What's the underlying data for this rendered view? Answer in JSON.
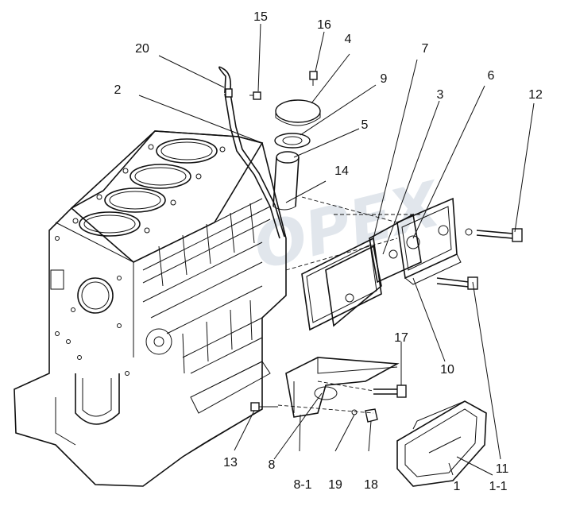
{
  "diagram": {
    "watermark": "OPEX",
    "callouts": [
      "15",
      "16",
      "20",
      "4",
      "7",
      "2",
      "9",
      "6",
      "12",
      "3",
      "5",
      "14",
      "10",
      "11",
      "17",
      "13",
      "8",
      "8-1",
      "19",
      "18",
      "1",
      "1-1"
    ]
  }
}
